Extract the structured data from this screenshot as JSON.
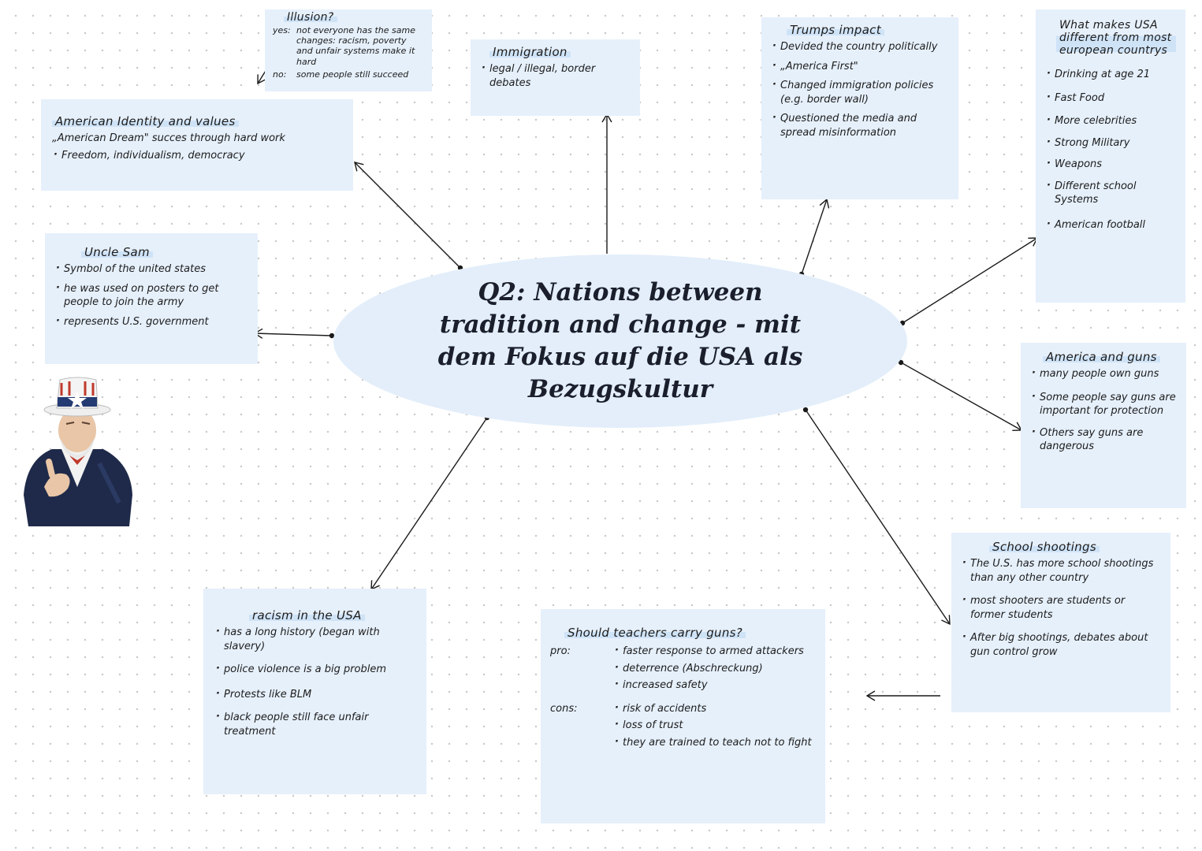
{
  "center": {
    "title": "Q2: Nations between tradition and change - mit dem Fokus auf die USA als Bezugskultur"
  },
  "illusion": {
    "title": "Illusion?",
    "yes_label": "yes:",
    "yes_text": "not everyone has the same changes: racism, poverty and unfair systems make it hard",
    "no_label": "no:",
    "no_text": "some people still succeed"
  },
  "immigration": {
    "title": "Immigration",
    "items": [
      "legal / illegal, border debates"
    ]
  },
  "trump": {
    "title": "Trumps impact",
    "items": [
      "Devided the country politically",
      "„America First\"",
      "Changed immigration policies (e.g. border wall)",
      "Questioned the media and spread misinformation"
    ]
  },
  "usa_different": {
    "title": "What makes USA different from most european countrys",
    "items": [
      "Drinking at age 21",
      "Fast Food",
      "More celebrities",
      "Strong Military",
      "Weapons",
      "Different school Systems",
      "American football"
    ]
  },
  "identity": {
    "title": "American Identity and values",
    "line1": "„American Dream\" succes through hard work",
    "items": [
      "Freedom, individualism, democracy"
    ]
  },
  "uncle_sam": {
    "title": "Uncle Sam",
    "items": [
      "Symbol of the united states",
      "he was used on posters to get people to join the army",
      "represents U.S. government"
    ]
  },
  "guns": {
    "title": "America and guns",
    "items": [
      "many people own guns",
      "Some people say guns are important for protection",
      "Others say guns are dangerous"
    ]
  },
  "school_shootings": {
    "title": "School shootings",
    "items": [
      "The U.S. has more school shootings than any other country",
      "most shooters are students or former students",
      "After big shootings, debates about gun control grow"
    ]
  },
  "teachers": {
    "title": "Should teachers carry guns?",
    "pro_label": "pro:",
    "pro_items": [
      "faster response to armed attackers",
      "deterrence (Abschreckung)",
      "increased safety"
    ],
    "cons_label": "cons:",
    "cons_items": [
      "risk of accidents",
      "loss of trust",
      "they are trained to teach not to fight"
    ]
  },
  "racism": {
    "title": "racism in the USA",
    "items": [
      "has a long history (began with slavery)",
      "police violence is a big problem",
      "Protests like BLM",
      "black people still face unfair treatment"
    ]
  },
  "colors": {
    "note_bg": "#e6f0fb",
    "center_bg": "#e3eefa",
    "ink": "#1a1f2b"
  }
}
